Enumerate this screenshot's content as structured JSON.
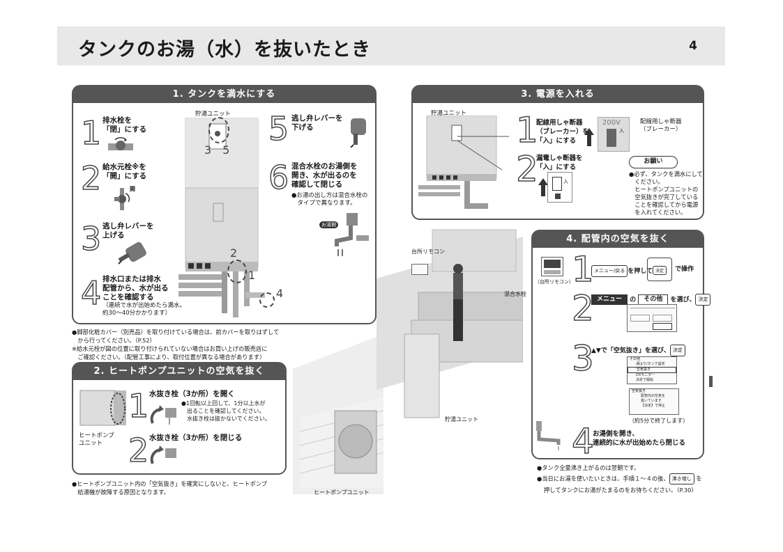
{
  "header": {
    "title": "タンクのお湯（水）を抜いたとき",
    "page": "4"
  },
  "section1": {
    "title": "1. タンクを満水にする",
    "unit_label": "貯湯ユニット",
    "nums_35": "3　5",
    "steps": [
      {
        "n": "1",
        "text": "排水栓を\n「閉」にする"
      },
      {
        "n": "2",
        "text": "給水元栓※を\n「開」にする",
        "tag": "開"
      },
      {
        "n": "3",
        "text": "逃し弁レバーを\n上げる"
      },
      {
        "n": "4",
        "text": "排水口または排水\n配管から、水が出る\nことを確認する",
        "sub": "（連続で水が出始めたら満水。\n約30～40分かかります）"
      },
      {
        "n": "5",
        "text": "逃し弁レバーを\n下げる"
      },
      {
        "n": "6",
        "text": "混合水栓のお湯側を\n開き、水が出るのを\n確認して閉じる",
        "sub": "●お湯の出し方は混合水栓の\n　タイプで異なります。",
        "tag": "お湯側"
      }
    ],
    "callouts": {
      "c1": "1",
      "c2": "2",
      "c4": "4"
    },
    "notes": [
      "●脚部化粧カバー（別売品）を取り付けている場合は、前カバーを取りはずして",
      "　から行ってください。（P.52）",
      "※給水元栓が図の位置に取り付けられていない場合はお買い上げの販売店に",
      "　ご確認ください。（配管工事により、取付位置が異なる場合があります）"
    ]
  },
  "section2": {
    "title": "2. ヒートポンプユニットの空気を抜く",
    "unit_label": "ヒートポンプ\nユニット",
    "steps": [
      {
        "n": "1",
        "text": "水抜き栓（3か所）を開く",
        "sub": "●1回転以上回して、1分以上水が\n　出ることを確認してください。\n　水抜き栓は抜かないでください。"
      },
      {
        "n": "2",
        "text": "水抜き栓（3か所）を閉じる"
      }
    ],
    "note": "●ヒートポンプユニット内の「空気抜き」を確実にしないと、ヒートポンプ\n　給湯機が故障する原因となります。"
  },
  "section3": {
    "title": "3. 電源を入れる",
    "unit_label": "貯湯ユニット",
    "steps": [
      {
        "n": "1",
        "text": "配線用しゃ断器\n（ブレーカー）を\n「入」にする"
      },
      {
        "n": "2",
        "text": "漏電しゃ断器を\n「入」にする"
      }
    ],
    "breaker_label": "配線用しゃ断器\n（ブレーカー）",
    "breaker_v": "200V",
    "breaker_in": "入",
    "leak_in": "入",
    "onegai_title": "お願い",
    "onegai_text": "●必ず、タンクを満水にして\n　ください。\n　ヒートポンプユニットの\n　空気抜きが完了している\n　ことを確認してから電源\n　を入れてください。"
  },
  "section4": {
    "title": "4. 配管内の空気を抜く",
    "remote_label": "（台所リモコン）",
    "step1": {
      "n": "1",
      "btn": "メニュー/戻る",
      "pre": "を押して",
      "center": "決定",
      "post": "で操作"
    },
    "step2": {
      "n": "2",
      "menu": "メニュー",
      "no": "の",
      "other": "その他",
      "post": "を選び、",
      "btn": "決定"
    },
    "step3": {
      "n": "3",
      "text": "▲▼で「空気抜き」を選び、",
      "btn": "決定",
      "done": "（約5分で終了します）",
      "screen1": [
        "その他",
        "湯はり/タンク設定",
        "空気抜き",
        "DXモニター",
        "決定で開始"
      ],
      "screen2": [
        "空気抜き",
        "配管内の空気を",
        "抜いています",
        "【決定】で停止"
      ]
    },
    "step4": {
      "n": "4",
      "text": "お湯側を開き、\n連続的に水が出始めたら閉じる"
    },
    "notes": [
      "●タンク全量沸き上がるのは翌朝です。",
      "●当日にお湯を使いたいときは、手順１～４の後、",
      "押してタンクにお湯がたまるのをお待ちください。（P.30）"
    ],
    "btn_wakimashi": "沸き増し",
    "wo": "を"
  },
  "center": {
    "remote_label": "台所リモコン",
    "faucet_label": "混合水栓",
    "tank_label": "貯湯ユニット",
    "hp_label": "ヒートポンプユニット"
  }
}
